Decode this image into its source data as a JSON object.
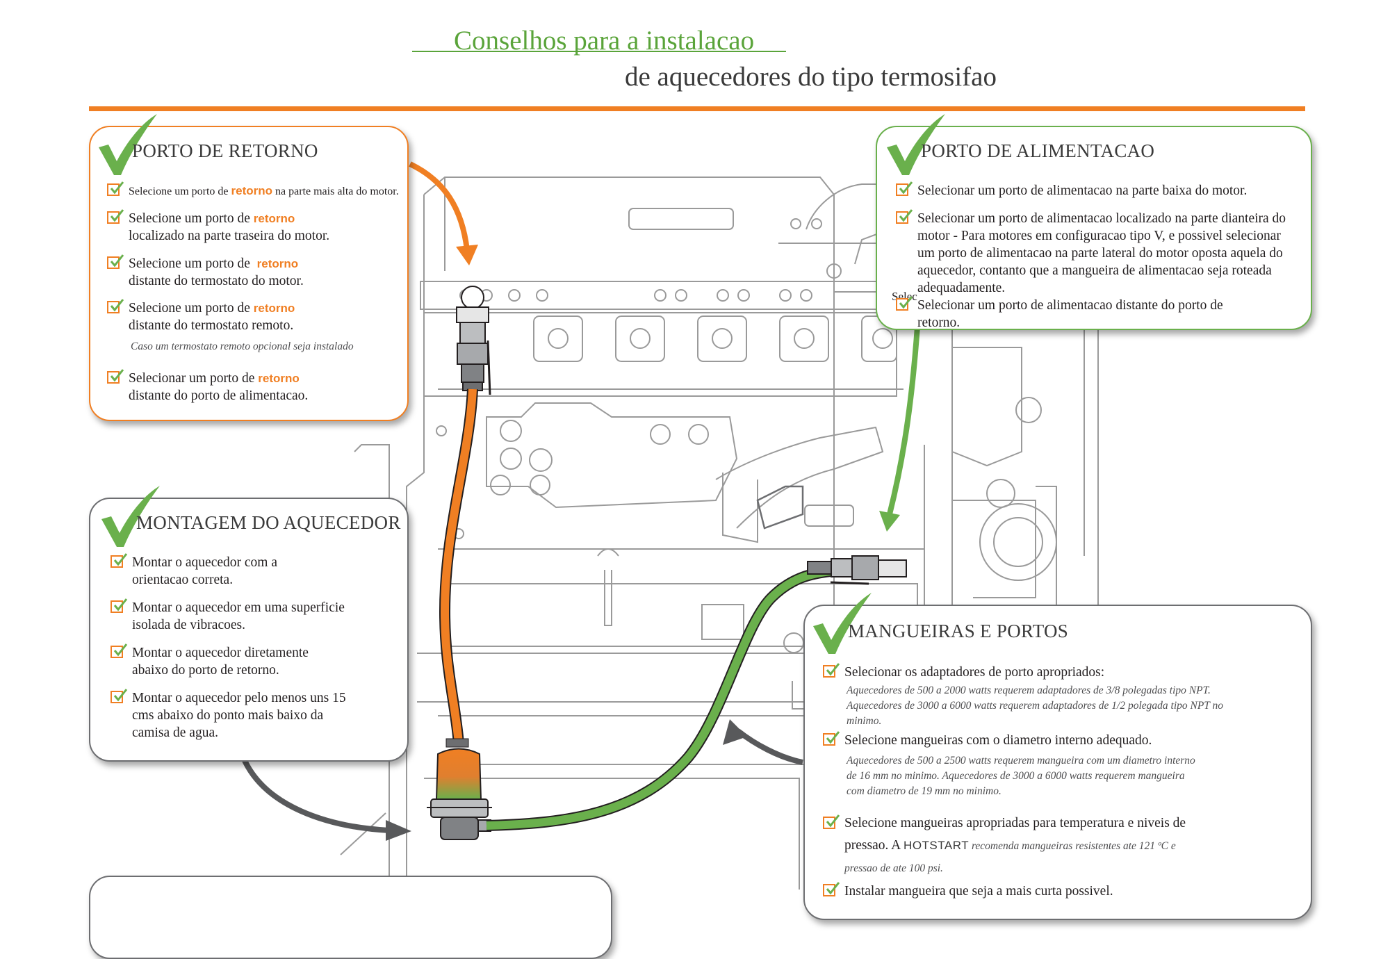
{
  "header": {
    "title_line1": "Conselhos para a instalacao",
    "title_line2": "de aquecedores do tipo termosifao"
  },
  "colors": {
    "orange": "#f07f23",
    "green": "#6ab04c",
    "title_green": "#5aa43a",
    "gray": "#6d6e71"
  },
  "boxes": {
    "retorno": {
      "title": "PORTO DE RETORNO",
      "items": [
        {
          "pre": "Selecione um porto de ",
          "kw": "retorno",
          "post": " na parte mais alta do motor."
        },
        {
          "pre": "Selecione um porto de ",
          "kw": "retorno",
          "line2": "localizado na parte traseira do motor."
        },
        {
          "pre": "Selecione um porto de ",
          "kw": "retorno",
          "line2": "distante do termostato do motor."
        },
        {
          "pre": "Selecione um porto de ",
          "kw": "retorno",
          "line2": "distante do termostato remoto."
        },
        {
          "pre": "Selecionar um porto de ",
          "kw": "retorno",
          "line2": "distante do porto de alimentacao."
        }
      ],
      "note": "Caso um  termostato remoto opcional seja instalado"
    },
    "montagem": {
      "title": "MONTAGEM DO AQUECEDOR",
      "items": [
        {
          "line1": "Montar o aquecedor com a",
          "line2": "orientacao correta."
        },
        {
          "line1": "Montar o aquecedor em uma superficie",
          "line2": "isolada de vibracoes."
        },
        {
          "line1": "Montar o aquecedor diretamente",
          "line2": "abaixo do porto de retorno."
        },
        {
          "line1": "Montar o aquecedor pelo menos uns 15",
          "line2": "cms abaixo do ponto mais baixo da",
          "line3": "camisa de agua."
        }
      ]
    },
    "alimentacao": {
      "title": "PORTO DE ALIMENTACAO",
      "items": [
        {
          "line1": "Selecionar um porto de alimentacao na parte baixa do motor."
        },
        {
          "line1": "Selecionar um porto de alimentacao localizado na parte dianteira do",
          "line2": "motor - Para motores em configuracao tipo V, e possivel selecionar",
          "line3": "um porto de alimentacao na parte lateral do motor oposta aquela do",
          "line4": "aquecedor, contanto que a mangueira de alimentacao seja roteada",
          "line5": "adequadamente."
        },
        {
          "line1": "Selecionar um porto de alimentacao distante do porto de",
          "line2": "retorno."
        }
      ],
      "overlap_text": "Selec"
    },
    "mangueiras": {
      "title": "MANGUEIRAS E PORTOS",
      "items": [
        {
          "line1": "Selecionar os adaptadores de porto apropriados:"
        },
        {
          "line1": "Selecione mangueiras com o diametro interno adequado."
        },
        {
          "line1": "Selecione mangueiras apropriadas para temperatura e niveis de",
          "line2_pre": "pressao.  A ",
          "brand": "HOTSTART",
          "line2_post": " recomenda mangueiras resistentes ate 121 ºC e",
          "line3": "pressao de ate 100 psi."
        },
        {
          "line1": "Instalar  mangueira que seja a mais curta possivel."
        }
      ],
      "note1": [
        "Aquecedores de 500 a  2000 watts requerem adaptadores  de 3/8 polegadas tipo NPT.",
        "Aquecedores de 3000 a 6000 watts requerem adaptadores de 1/2 polegada tipo NPT no",
        "minimo."
      ],
      "note2": [
        "Aquecedores de 500 a 2500 watts requerem mangueira com um diametro interno",
        "de 16 mm no minimo.  Aquecedores de 3000 a 6000 watts requerem mangueira",
        "com diametro de 19 mm no minimo."
      ]
    }
  }
}
